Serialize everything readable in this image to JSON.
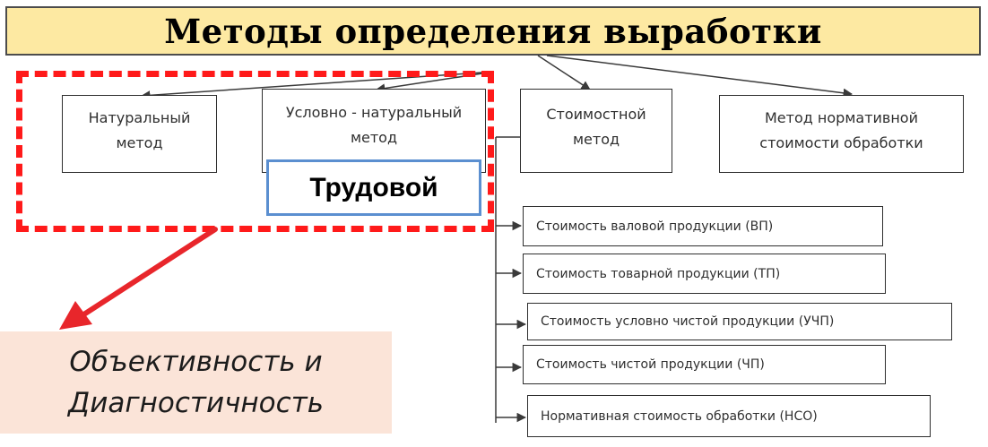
{
  "title": "Методы определения выработки",
  "methods": [
    {
      "line1": "Натуральный",
      "line2": "метод"
    },
    {
      "line1": "Условно - натуральный",
      "line2": "метод"
    },
    {
      "line1": "Стоимостной",
      "line2": "метод"
    },
    {
      "line1": "Метод нормативной",
      "line2": "стоимости обработки"
    }
  ],
  "labor_label": "Трудовой",
  "cost_submethods": [
    "Стоимость валовой продукции (ВП)",
    "Стоимость товарной продукции (ТП)",
    "Стоимость условно чистой продукции (УЧП)",
    "Стоимость чистой продукции (ЧП)",
    "Нормативная стоимость обработки (НСО)"
  ],
  "conclusion": {
    "line1": "Объективность и",
    "line2": "Диагностичность"
  },
  "colors": {
    "title_background": "#fde9a2",
    "highlight_frame": "#ff1a1a",
    "labor_frame": "#5b8fd0",
    "conclusion_background": "#fbe4d8",
    "pointer_arrow": "#e8262b"
  }
}
